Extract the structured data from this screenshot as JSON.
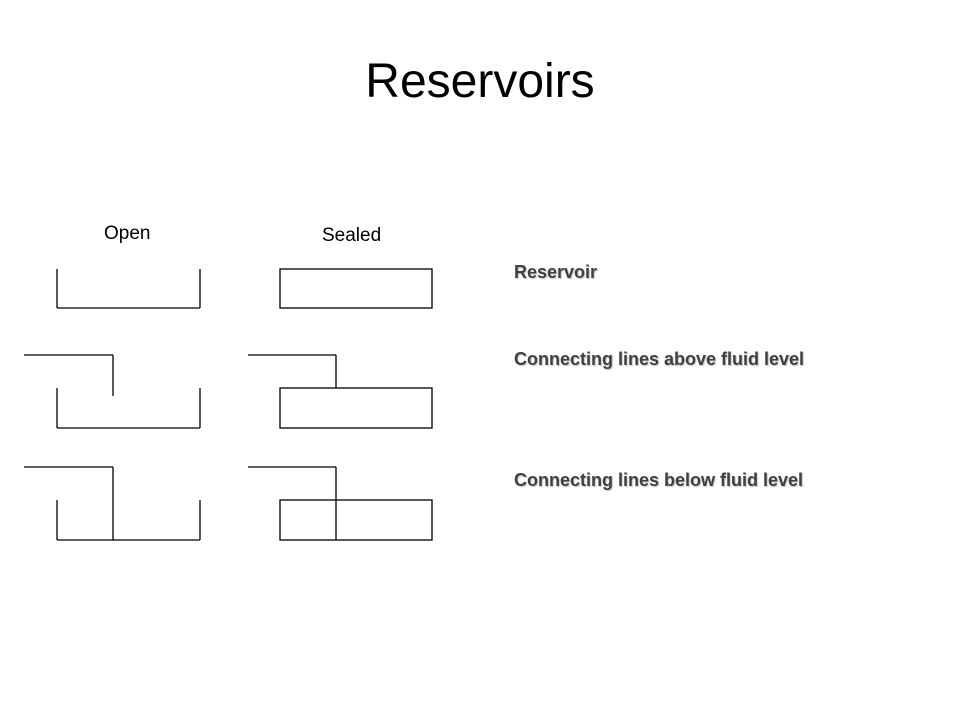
{
  "title": "Reservoirs",
  "columns": {
    "open": "Open",
    "sealed": "Sealed"
  },
  "rows": [
    {
      "description": "Reservoir"
    },
    {
      "description": "Connecting lines above fluid level"
    },
    {
      "description": "Connecting lines below fluid level"
    }
  ],
  "colors": {
    "stroke": "#000000",
    "description_text": "#404040"
  }
}
